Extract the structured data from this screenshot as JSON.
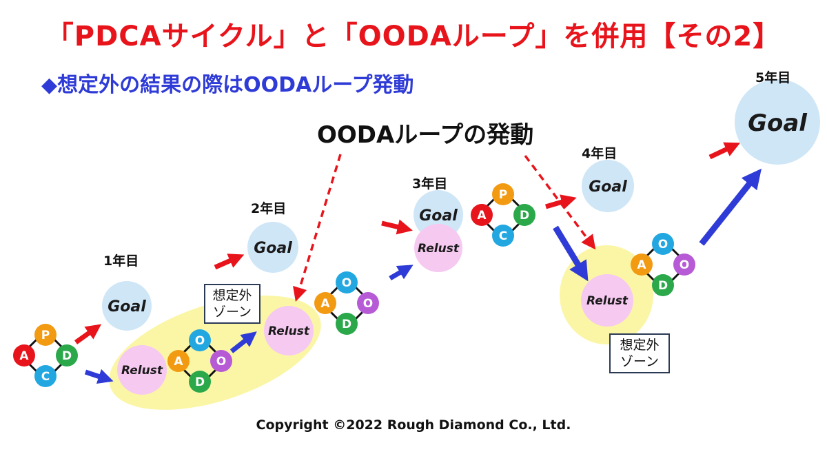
{
  "title": "「PDCAサイクル」と「OODAループ」を併用【その2】",
  "subtitle": "◆想定外の結果の際はOODAループ発動",
  "ooda_trigger_label": "OODAループの発動",
  "years": [
    "1年目",
    "2年目",
    "3年目",
    "4年目",
    "5年目"
  ],
  "goal_label": "Goal",
  "relust_label": "Relust",
  "zone_label_line1": "想定外",
  "zone_label_line2": "ゾーン",
  "pdca_letters": {
    "p": "P",
    "d": "D",
    "c": "C",
    "a": "A"
  },
  "ooda_letters": {
    "o1": "O",
    "o2": "O",
    "d": "D",
    "a": "A"
  },
  "copyright": "Copyright ©2022 Rough Diamond Co., Ltd.",
  "colors": {
    "title": "#e8141b",
    "subtitle": "#2f3bd6",
    "goal_fill": "#cfe6f7",
    "relust_fill": "#f6c9f1",
    "zone_fill": "#fbf6a6",
    "red_arrow": "#e8141b",
    "blue_arrow": "#2f3bd6",
    "node_orange": "#f29a12",
    "node_green": "#2aa84a",
    "node_blue": "#22a7e0",
    "node_red": "#e8141b",
    "node_purple": "#b65ad6"
  }
}
